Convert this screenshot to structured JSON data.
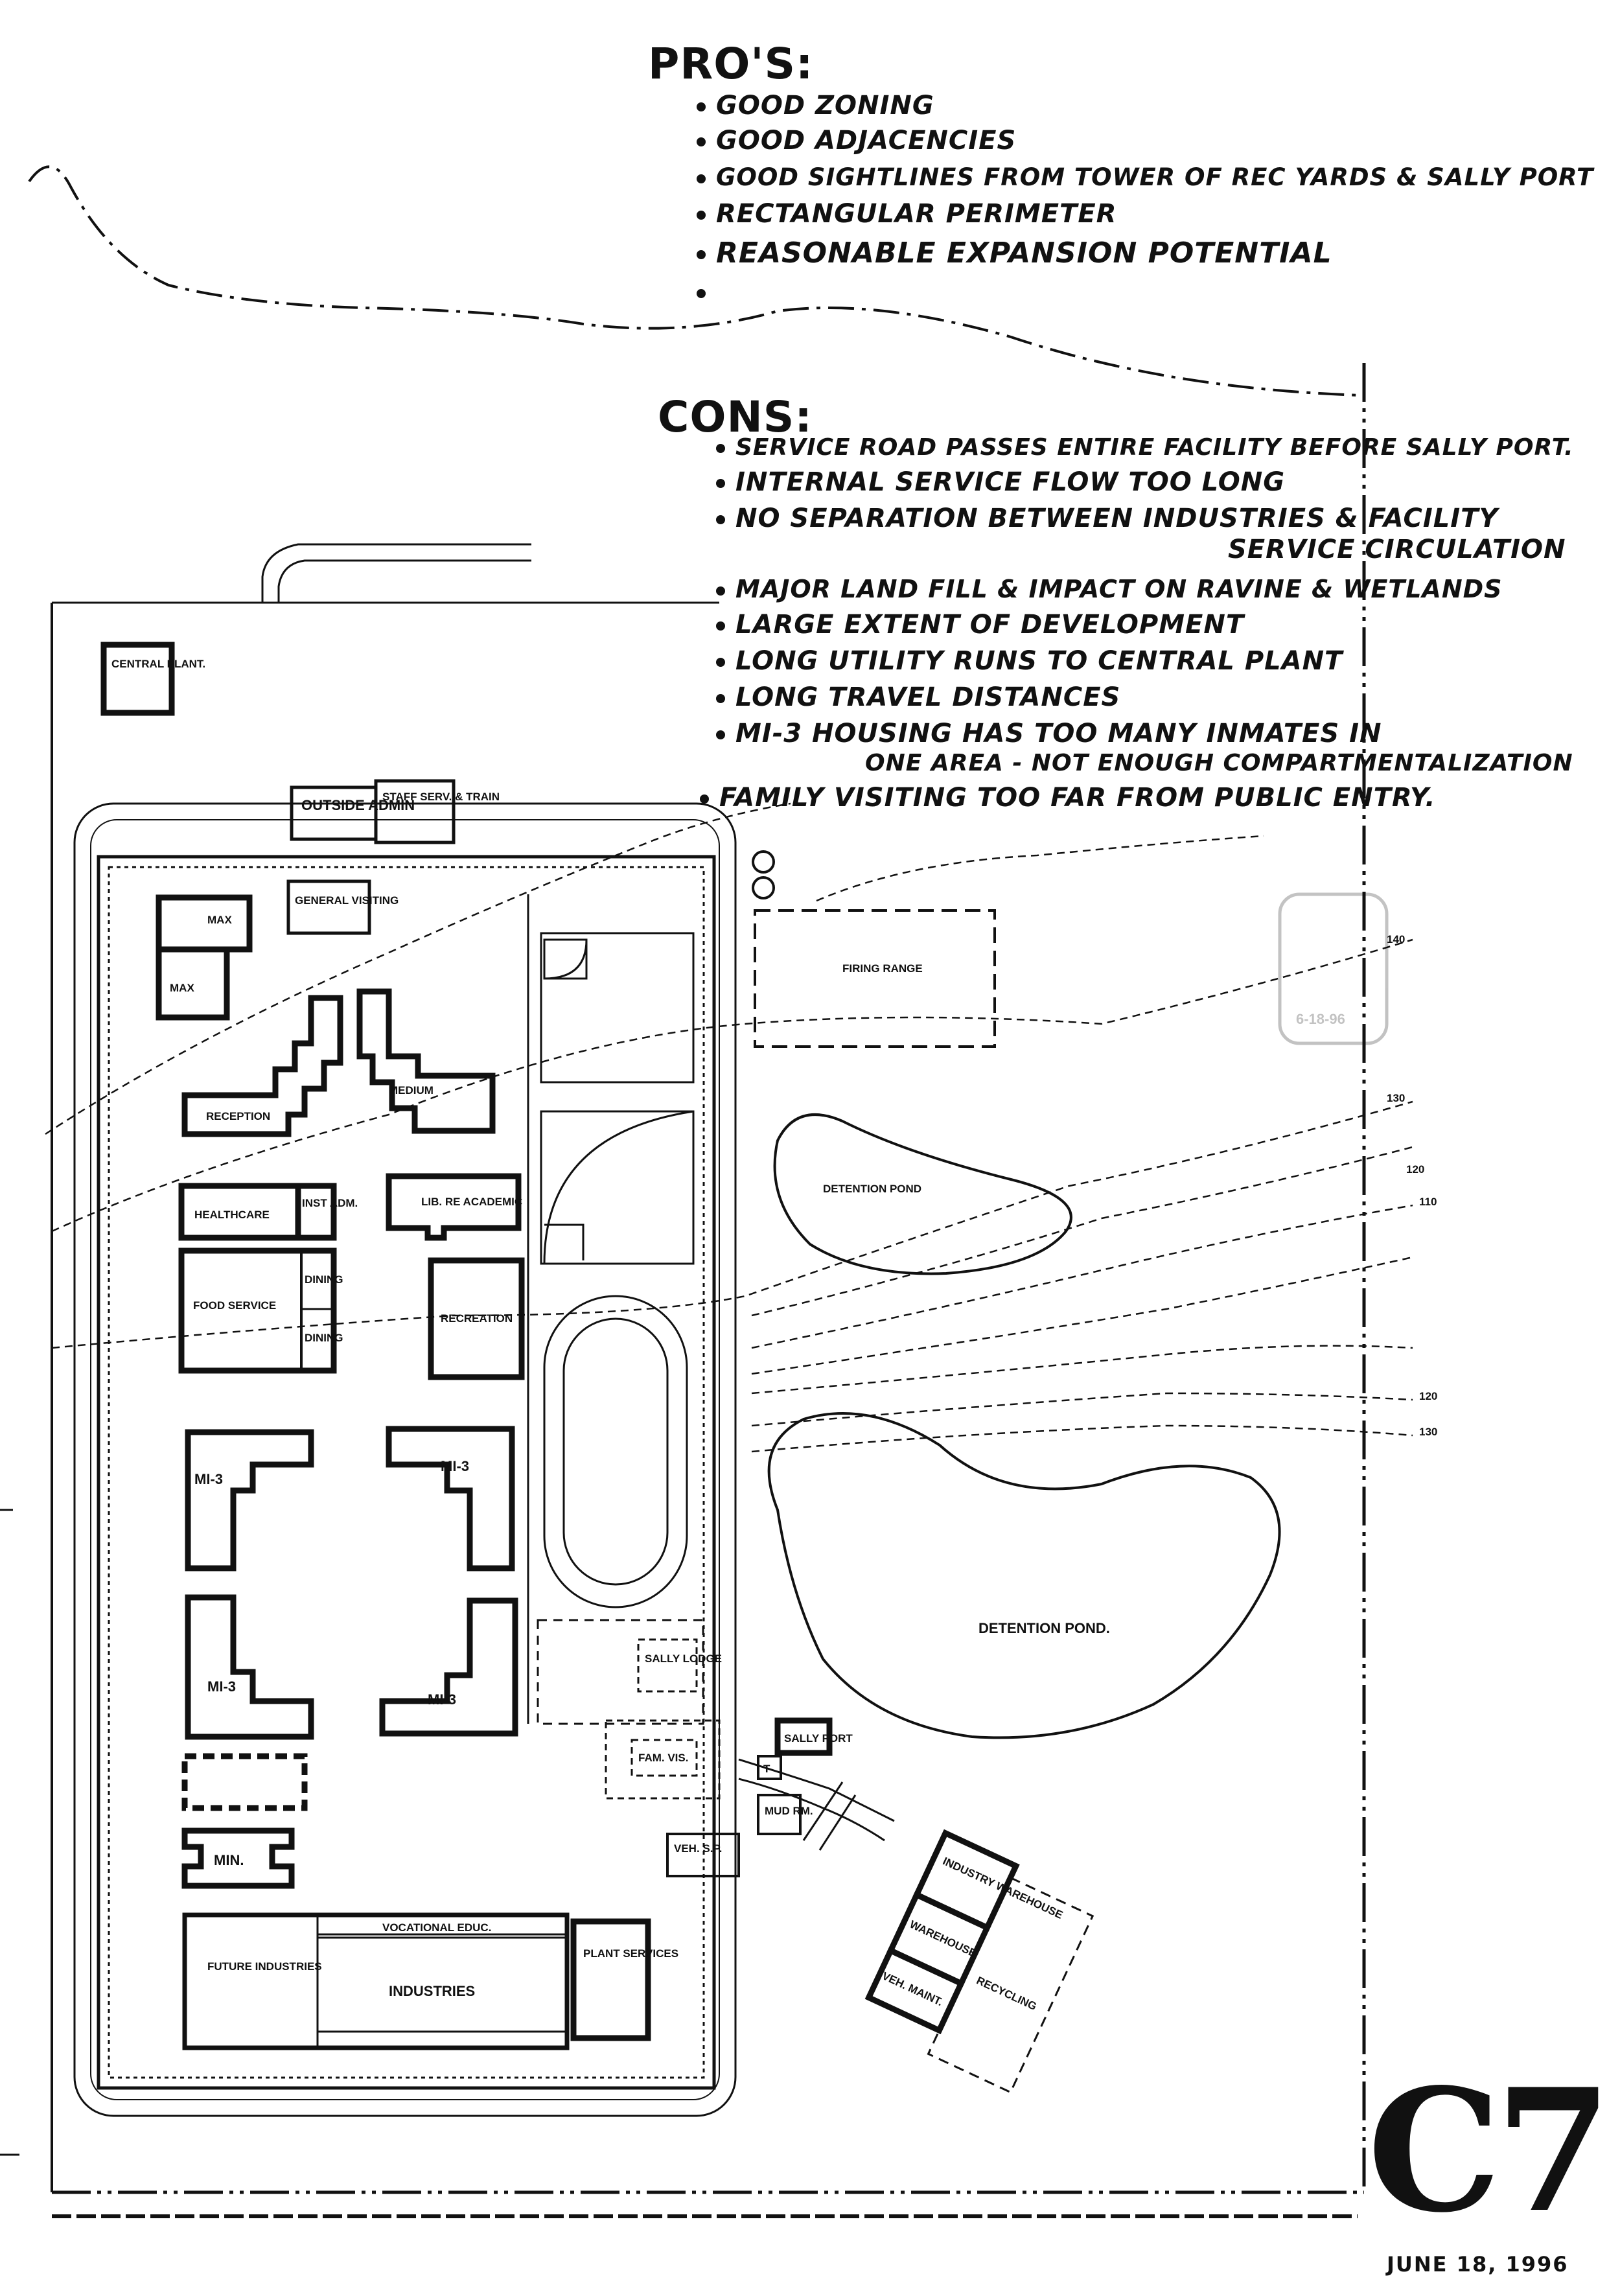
{
  "pros": {
    "title": "PRO'S:",
    "items": [
      "GOOD ZONING",
      "GOOD ADJACENCIES",
      "GOOD SIGHTLINES FROM TOWER OF REC YARDS & SALLY PORT",
      "RECTANGULAR PERIMETER",
      "REASONABLE EXPANSION POTENTIAL",
      ""
    ]
  },
  "cons": {
    "title": "CONS:",
    "items": [
      "SERVICE ROAD PASSES ENTIRE FACILITY BEFORE SALLY PORT.",
      "INTERNAL SERVICE FLOW TOO LONG",
      "NO SEPARATION BETWEEN INDUSTRIES & FACILITY",
      "SERVICE CIRCULATION",
      "MAJOR LAND FILL & IMPACT ON RAVINE & WETLANDS",
      "LARGE EXTENT OF DEVELOPMENT",
      "LONG UTILITY RUNS TO CENTRAL PLANT",
      "LONG TRAVEL DISTANCES",
      "MI-3 HOUSING HAS TOO MANY INMATES IN",
      "ONE AREA - NOT ENOUGH COMPARTMENTALIZATION",
      "FAMILY VISITING TOO FAR FROM PUBLIC ENTRY."
    ]
  },
  "buildings": {
    "central_plant": "CENTRAL PLANT.",
    "outside_admin": "OUTSIDE ADMIN",
    "staff_serv_train": "STAFF SERV. & TRAIN",
    "general_visiting": "GENERAL VISITING",
    "max_1": "MAX",
    "max_2": "MAX",
    "reception": "RECEPTION",
    "medium": "MEDIUM",
    "healthcare": "HEALTHCARE",
    "inst_admin": "INST ADM.",
    "lib_academic": "LIB. RE ACADEMIC",
    "food_service": "FOOD SERVICE",
    "dining_1": "DINING",
    "dining_2": "DINING",
    "recreation": "RECREATION",
    "mi3_1": "MI-3",
    "mi3_2": "MI-3",
    "mi3_3": "MI-3",
    "mi3_4": "MI-3",
    "min": "MIN.",
    "vocational": "VOCATIONAL EDUC.",
    "future_industries": "FUTURE INDUSTRIES",
    "industries": "INDUSTRIES",
    "plant_services": "PLANT SERVICES",
    "firing_range": "FIRING RANGE",
    "detention_pond_1": "DETENTION POND",
    "detention_pond_2": "DETENTION POND.",
    "sally_lodge": "SALLY LODGE",
    "fam_vis": "FAM. VIS.",
    "sally_port": "SALLY PORT",
    "t_booth": "T",
    "mud_rm": "MUD RM.",
    "veh_sp": "VEH. S.P.",
    "industry_warehouse": "INDUSTRY WAREHOUSE",
    "warehouse": "WAREHOUSE",
    "veh_maint": "VEH. MAINT.",
    "recycling": "RECYCLING"
  },
  "contours": [
    "140",
    "130",
    "120",
    "110",
    "120",
    "130"
  ],
  "stamp": "6-18-96",
  "sheet_number": "C7",
  "date": "JUNE 18, 1996"
}
